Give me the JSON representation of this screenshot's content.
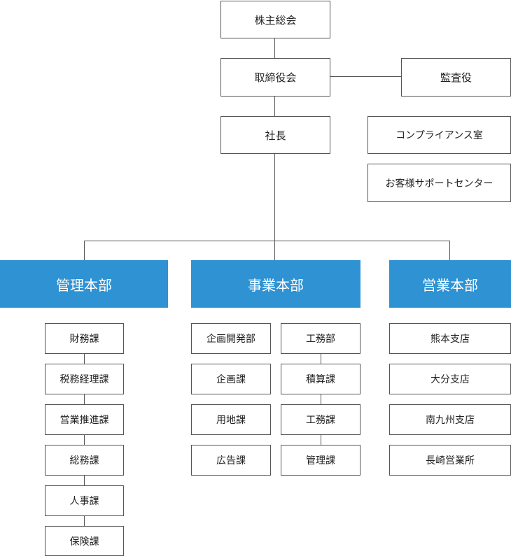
{
  "top": {
    "shareholders": "株主総会",
    "board": "取締役会",
    "auditor": "監査役",
    "president": "社長",
    "compliance": "コンプライアンス室",
    "support": "お客様サポートセンター"
  },
  "departments": {
    "management": {
      "title": "管理本部",
      "sections": [
        "財務課",
        "税務経理課",
        "営業推進課",
        "総務課",
        "人事課",
        "保険課"
      ]
    },
    "business": {
      "title": "事業本部",
      "left": [
        "企画開発部",
        "企画課",
        "用地課",
        "広告課"
      ],
      "right": [
        "工務部",
        "積算課",
        "工務課",
        "管理課"
      ]
    },
    "sales": {
      "title": "営業本部",
      "branches": [
        "熊本支店",
        "大分支店",
        "南九州支店",
        "長崎営業所"
      ]
    }
  },
  "colors": {
    "department_fill": "#2e92d3",
    "line": "#555555"
  }
}
